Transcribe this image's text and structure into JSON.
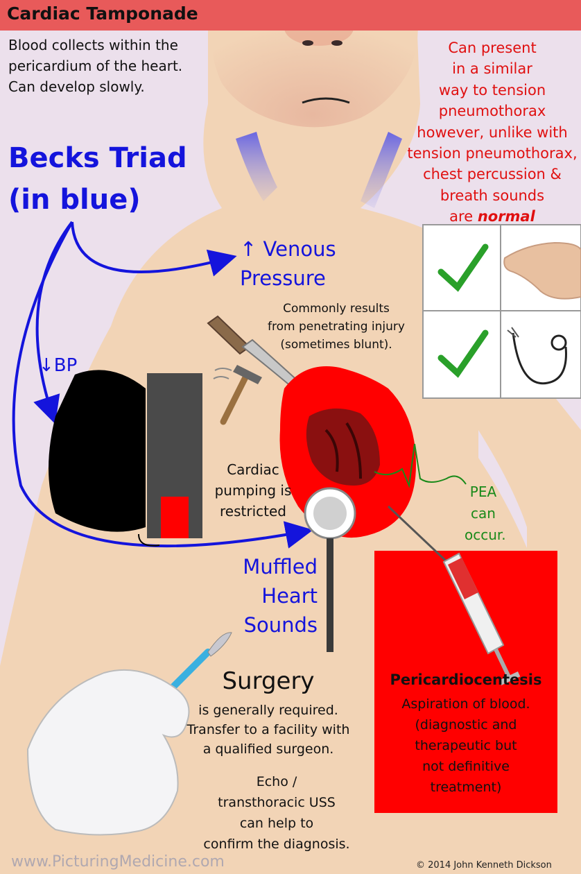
{
  "title": "Cardiac Tamponade",
  "intro": [
    "Blood collects within the",
    "pericardium of the heart.",
    "Can develop slowly."
  ],
  "becks_triad": [
    "Becks Triad",
    "(in blue)"
  ],
  "red_note": {
    "lines": [
      "Can present",
      "in a similar",
      "way to tension",
      "pneumothorax",
      "however, unlike with",
      "tension pneumothorax,",
      "chest percussion &",
      "breath sounds"
    ],
    "last_prefix": "are ",
    "last_emphasis": "normal"
  },
  "venous_pressure": [
    "↑ Venous",
    "Pressure"
  ],
  "bp": "↓BP",
  "injury_note": [
    "Commonly results",
    "from penetrating injury",
    "(sometimes blunt)."
  ],
  "pumping_note": [
    "Cardiac",
    "pumping is",
    "restricted"
  ],
  "pea_note": [
    "PEA",
    "can",
    "occur."
  ],
  "muffled": [
    "Muffled",
    "Heart",
    "Sounds"
  ],
  "surgery": {
    "heading": "Surgery",
    "body": [
      "is generally required.",
      "Transfer to a facility with",
      "a qualified surgeon."
    ]
  },
  "echo_note": [
    "Echo /",
    "transthoracic USS",
    "can help to",
    "confirm the diagnosis."
  ],
  "pericardiocentesis": {
    "heading": "Pericardiocentesis",
    "body": [
      "Aspiration of blood.",
      "(diagnostic and",
      "therapeutic but",
      "not definitive",
      "treatment)"
    ]
  },
  "footer": {
    "website": "www.PicturingMedicine.com",
    "copyright": "© 2014 John Kenneth Dickson"
  },
  "colors": {
    "skin": "#f2d4b6",
    "background": "#ece0ec",
    "title_bar": "#e85a5a",
    "becks_blue": "#1414dc",
    "red_text": "#e01010",
    "pericardial_red": "#ff0000",
    "check_green": "#2aa02a",
    "pea_green": "#1a8a1a"
  },
  "icons": [
    "check-icon",
    "percussion-hand-icon",
    "stethoscope-icon",
    "knife-icon",
    "hammer-icon",
    "syringe-icon",
    "scalpel-icon",
    "bp-cuff-icon"
  ]
}
